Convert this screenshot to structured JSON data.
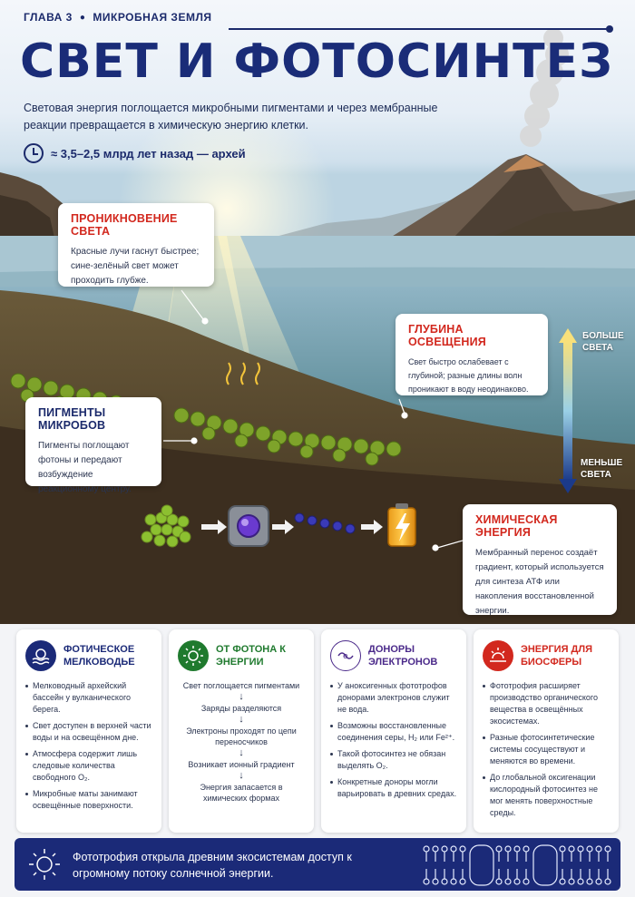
{
  "header": {
    "chapter": "ГЛАВА 3",
    "section": "МИКРОБНАЯ ЗЕМЛЯ",
    "title": "СВЕТ И ФОТОСИНТЕЗ",
    "subtitle": "Световая энергия поглощается микробными пигментами и через мембранные реакции превращается в химическую энергию клетки.",
    "timeline": "≈ 3,5–2,5 млрд лет назад — архей"
  },
  "callouts": {
    "light": {
      "title": "ПРОНИКНОВЕНИЕ СВЕТА",
      "text": "Красные лучи гаснут быстрее; сине-зелёный свет может проходить глубже."
    },
    "depth": {
      "title": "ГЛУБИНА ОСВЕЩЕНИЯ",
      "text": "Свет быстро ослабевает с глубиной; разные длины волн проникают в воду неодинаково."
    },
    "pigments": {
      "title": "ПИГМЕНТЫ МИКРОБОВ",
      "text": "Пигменты поглощают фотоны и передают возбуждение реакционному центру."
    },
    "chemical": {
      "title": "ХИМИЧЕСКАЯ ЭНЕРГИЯ",
      "text": "Мембранный перенос создаёт градиент, который используется для синтеза АТФ или накопления восстановленной энергии."
    }
  },
  "scale": {
    "top": "БОЛЬШЕ\nСВЕТА",
    "bottom": "МЕНЬШЕ\nСВЕТА"
  },
  "cards": [
    {
      "title": "ФОТИЧЕСКОЕ МЕЛКОВОДЬЕ",
      "items": [
        "Мелководный архейский бассейн у вулканического берега.",
        "Свет доступен в верхней части воды и на освещённом дне.",
        "Атмосфера содержит лишь следовые количества свободного O₂.",
        "Микробные маты занимают освещённые поверхности."
      ]
    },
    {
      "title": "ОТ ФОТОНА К ЭНЕРГИИ",
      "steps": [
        "Свет поглощается пигментами",
        "Заряды разделяются",
        "Электроны проходят по цепи переносчиков",
        "Возникает ионный градиент",
        "Энергия запасается в химических формах"
      ]
    },
    {
      "title": "ДОНОРЫ ЭЛЕКТРОНОВ",
      "items": [
        "У аноксигенных фототрофов донорами электронов служит не вода.",
        "Возможны восстановленные соединения серы, H₂ или Fe²⁺.",
        "Такой фотосинтез не обязан выделять O₂.",
        "Конкретные доноры могли варьировать в древних средах."
      ]
    },
    {
      "title": "ЭНЕРГИЯ ДЛЯ БИОСФЕРЫ",
      "items": [
        "Фототрофия расширяет производство органического вещества в освещённых экосистемах.",
        "Разные фотосинтетические системы сосуществуют и меняются во времени.",
        "До глобальной оксигенации кислородный фотосинтез не мог менять поверхностные среды."
      ]
    }
  ],
  "footer": {
    "text": "Фототрофия открыла древним экосистемам доступ к огромному потоку солнечной энергии."
  },
  "colors": {
    "navy": "#1b2a78",
    "red": "#d2281e",
    "green": "#1f7a2e",
    "purple": "#4b2a8a"
  }
}
